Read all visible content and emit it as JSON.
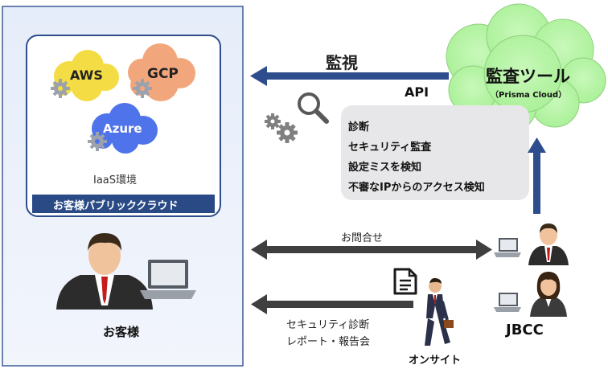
{
  "customer_panel": {
    "cloud_box_label": "お客様パブリッククラウド",
    "iaas_label": "IaaS環境",
    "clouds": {
      "aws": "AWS",
      "gcp": "GCP",
      "azure": "Azure"
    },
    "customer_label": "お客様"
  },
  "monitoring": {
    "monitor_label": "監視",
    "api_label": "API",
    "tool_title": "監査ツール",
    "tool_subtitle": "（Prisma Cloud）",
    "checks": [
      "診断",
      "セキュリティ監査",
      "設定ミスを検知",
      "不審なIPからのアクセス検知"
    ]
  },
  "flows": {
    "inquiry_label": "お問合せ",
    "report_line1": "セキュリティ診断",
    "report_line2": "レポート・報告会"
  },
  "jbcc": {
    "company_label": "JBCC",
    "onsite_label": "オンサイト"
  },
  "colors": {
    "panel_bg": "#eaf0fb",
    "panel_border": "#3d5d96",
    "arrow_blue": "#2e4d8c",
    "arrow_gray": "#3f3f3f",
    "aws_cloud": "#f3dd46",
    "gcp_cloud": "#f2a880",
    "azure_cloud": "#4f74ea",
    "tool_cloud": "#b5f5a5",
    "checks_bg": "#e7e7e9"
  }
}
